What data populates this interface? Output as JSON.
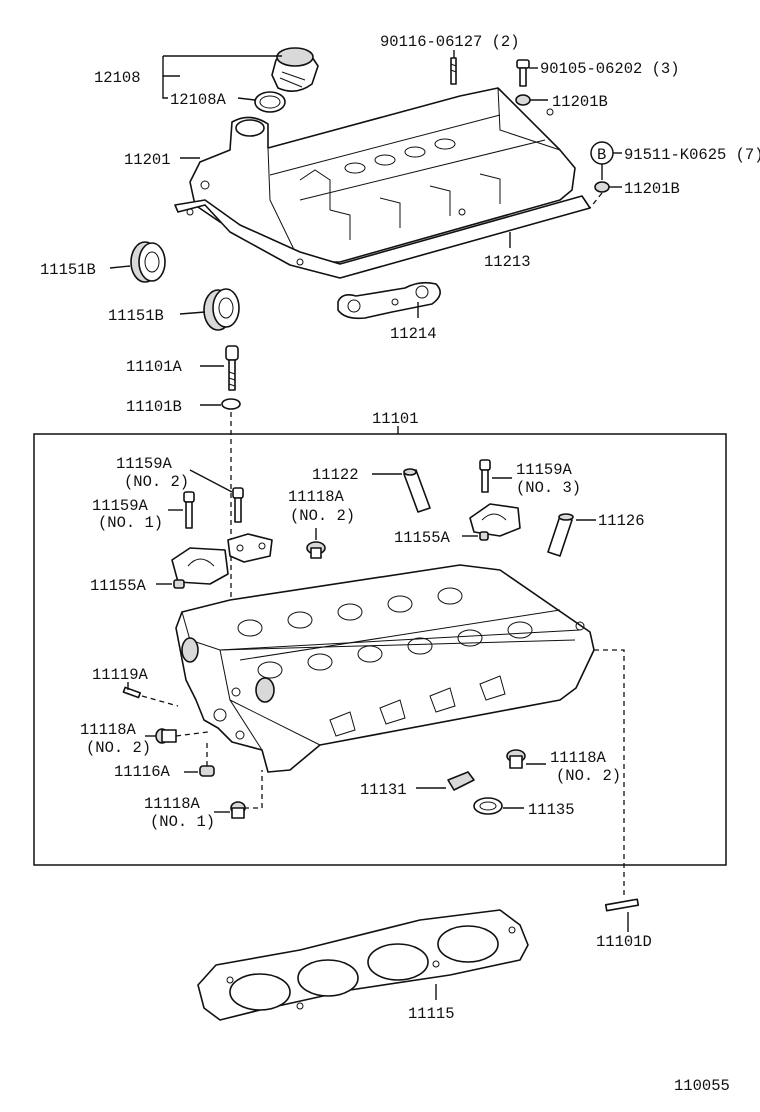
{
  "diagram_number": "110055",
  "labels": {
    "p12108": "12108",
    "p12108A": "12108A",
    "p90116": "90116-06127 (2)",
    "p90105": "90105-06202 (3)",
    "p11201B_top": "11201B",
    "p11201": "11201",
    "b_marker": "B",
    "p91511": "91511-K0625 (7)",
    "p11201B_mid": "11201B",
    "p11151B_a": "11151B",
    "p11213": "11213",
    "p11151B_b": "11151B",
    "p11214": "11214",
    "p11101A": "11101A",
    "p11101B": "11101B",
    "p11101": "11101",
    "p11159A_no2": "11159A",
    "p11159A_no2_sub": "(NO. 2)",
    "p11122": "11122",
    "p11159A_no3": "11159A",
    "p11159A_no3_sub": "(NO. 3)",
    "p11159A_no1": "11159A",
    "p11159A_no1_sub": "(NO. 1)",
    "p11118A_top": "11118A",
    "p11118A_top_sub": "(NO. 2)",
    "p11155A_right": "11155A",
    "p11126": "11126",
    "p11155A_left": "11155A",
    "p11119A": "11119A",
    "p11118A_left": "11118A",
    "p11118A_left_sub": "(NO. 2)",
    "p11118A_right": "11118A",
    "p11118A_right_sub": "(NO. 2)",
    "p11116A": "11116A",
    "p11131": "11131",
    "p11118A_bottom": "11118A",
    "p11118A_bottom_sub": "(NO. 1)",
    "p11135": "11135",
    "p11101D": "11101D",
    "p11115": "11115"
  }
}
